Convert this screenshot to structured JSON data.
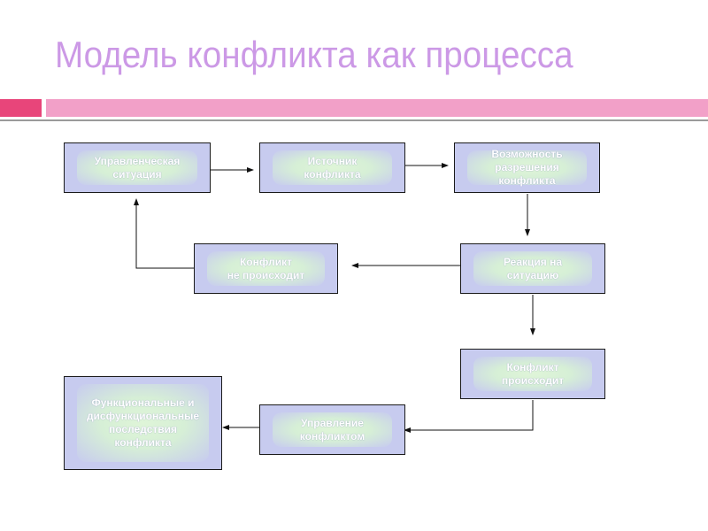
{
  "slide": {
    "title": "Модель конфликта как процесса"
  },
  "nodes": {
    "management_situation": "Управленческая\nситуация",
    "conflict_source": "Источник\nконфликта",
    "resolution_possibility": "Возможность\nразрешения\nконфликта",
    "reaction": "Реакция на\nситуацию",
    "no_conflict": "Конфликт\nне происходит",
    "conflict_occurs": "Конфликт\nпроисходит",
    "conflict_management": "Управление\nконфликтом",
    "consequences": "Функциональные и\nдисфункциональные\nпоследствия\nконфликта"
  },
  "colors": {
    "title": "#cc99e6",
    "band_accent": "#e8457a",
    "band_main": "#f2a0c8",
    "box_fill": "#c7cbef",
    "box_glow": "#dff5d8"
  }
}
